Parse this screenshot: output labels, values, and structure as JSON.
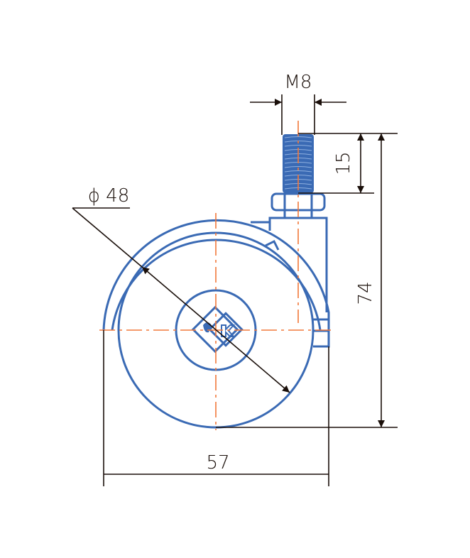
{
  "dimensions": {
    "thread": "M8",
    "thread_length": "15",
    "height": "74",
    "wheel_diameter": "ϕ 48",
    "width": "57"
  },
  "colors": {
    "part": "#3a6ab4",
    "dimension": "#1a0f0a",
    "centerline": "#f2783a"
  }
}
